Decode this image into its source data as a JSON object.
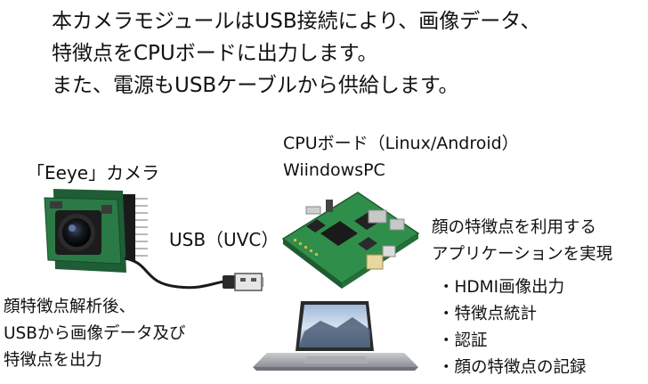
{
  "intro": {
    "lines": [
      "本カメラモジュールはUSB接続により、画像データ、",
      "特徴点をCPUボードに出力します。",
      "また、電源もUSBケーブルから供給します。"
    ]
  },
  "camera": {
    "label": "「Eeye」カメラ",
    "description": [
      "顔特徴点解析後、",
      "USBから画像データ及び",
      "特徴点を出力"
    ]
  },
  "connection": {
    "label": "USB（UVC）"
  },
  "cpu": {
    "label_line1": "CPUボード（Linux/Android）",
    "label_line2": "WiindowsPC"
  },
  "application": {
    "title": [
      "顔の特徴点を利用する",
      "アプリケーションを実現"
    ],
    "items": [
      "HDMI画像出力",
      "特徴点統計",
      "認証",
      "顔の特徴点の記録"
    ]
  },
  "colors": {
    "pcb_green": "#2f8f4a",
    "camera_board": "#1f6a3a",
    "text": "#111111"
  }
}
